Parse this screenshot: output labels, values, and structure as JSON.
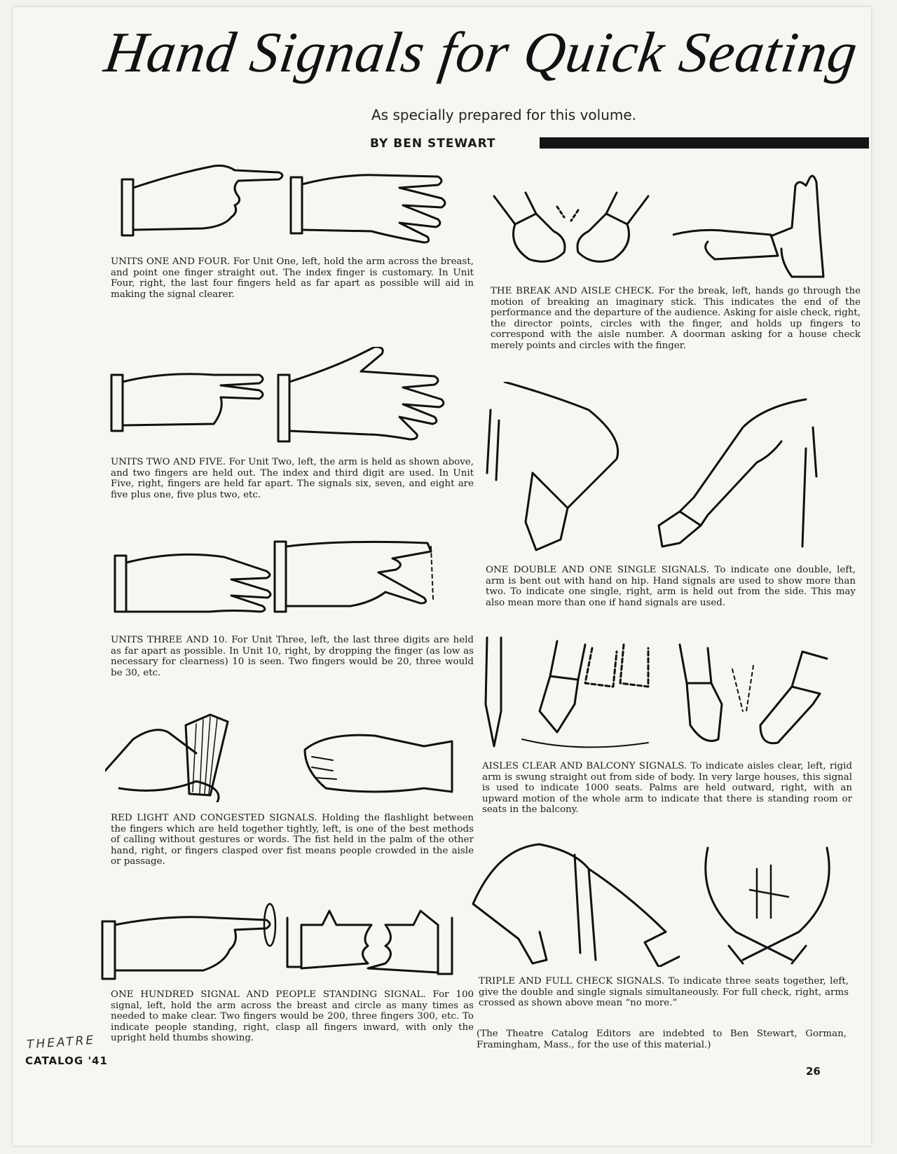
{
  "header": {
    "title": "Hand Signals for Quick Seating",
    "subtitle": "As specially prepared for this volume.",
    "byline": "BY BEN STEWART"
  },
  "left_column": [
    {
      "heading": "UNITS ONE AND FOUR.",
      "body": "For Unit One, left, hold the arm across the breast, and point one finger straight out. The index finger is customary. In Unit Four, right, the last four fingers held as far apart as possible will aid in making the signal clearer."
    },
    {
      "heading": "UNITS TWO AND FIVE.",
      "body": "For Unit Two, left, the arm is held as shown above, and two fingers are held out. The index and third digit are used. In Unit Five, right, fingers are held far apart. The signals six, seven, and eight are five plus one, five plus two, etc."
    },
    {
      "heading": "UNITS THREE AND 10.",
      "body": "For Unit Three, left, the last three digits are held as far apart as possible. In Unit 10, right, by dropping the finger (as low as necessary for clearness) 10 is seen. Two fingers would be 20, three would be 30, etc."
    },
    {
      "heading": "RED LIGHT AND CONGESTED SIGNALS.",
      "body": "Holding the flashlight between the fingers which are held together tightly, left, is one of the best methods of calling without gestures or words. The fist held in the palm of the other hand, right, or fingers clasped over fist means people crowded in the aisle or passage."
    },
    {
      "heading": "ONE HUNDRED SIGNAL AND PEOPLE STANDING SIGNAL.",
      "body": "For 100 signal, left, hold the arm across the breast and circle as many times as needed to make clear. Two fingers would be 200, three fingers 300, etc. To indicate people standing, right, clasp all fingers inward, with only the upright held thumbs showing."
    }
  ],
  "right_column": [
    {
      "heading": "THE BREAK AND AISLE CHECK.",
      "body": "For the break, left, hands go through the motion of breaking an imaginary stick. This indicates the end of the performance and the departure of the audience. Asking for aisle check, right, the director points, circles with the finger, and holds up fingers to correspond with the aisle number. A doorman asking for a house check merely points and circles with the finger."
    },
    {
      "heading": "ONE DOUBLE AND ONE SINGLE SIGNALS.",
      "body": "To indicate one double, left, arm is bent out with hand on hip. Hand signals are used to show more than two. To indicate one single, right, arm is held out from the side. This may also mean more than one if hand signals are used."
    },
    {
      "heading": "AISLES CLEAR AND BALCONY SIGNALS.",
      "body": "To indicate aisles clear, left, rigid arm is swung straight out from side of body. In very large houses, this signal is used to indicate 1000 seats. Palms are held outward, right, with an upward motion of the whole arm to indicate that there is standing room or seats in the balcony."
    },
    {
      "heading": "TRIPLE AND FULL CHECK SIGNALS.",
      "body": "To indicate three seats together, left, give the double and single signals simultaneously. For full check, right, arms crossed as shown above mean “no more.”"
    }
  ],
  "editors_note": "(The Theatre Catalog Editors are indebted to Ben Stewart, Gorman, Framingham, Mass., for the use of this material.)",
  "footer": {
    "handwritten": "THEATRE",
    "publication": "CATALOG '41",
    "page_number": "26"
  }
}
